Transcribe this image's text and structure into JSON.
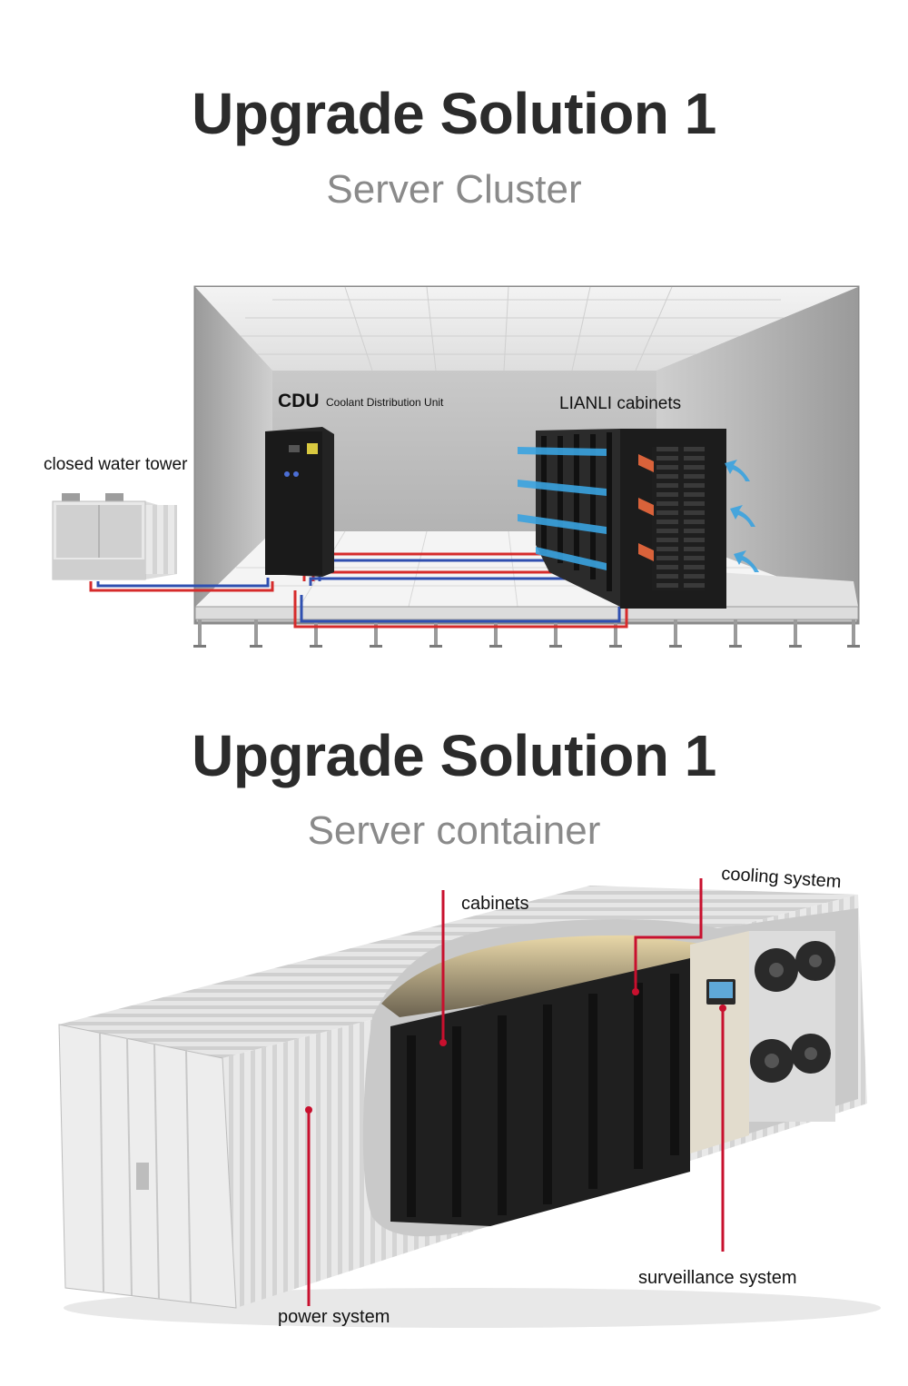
{
  "section1": {
    "title": "Upgrade Solution 1",
    "subtitle": "Server Cluster",
    "labels": {
      "cdu": "CDU",
      "cdu_full": "Coolant Distribution Unit",
      "cabinets": "LIANLI cabinets",
      "tower": "closed water tower"
    }
  },
  "section2": {
    "title": "Upgrade Solution 1",
    "subtitle": "Server container",
    "labels": {
      "cooling": "cooling system",
      "cabinets": "cabinets",
      "surveillance": "surveillance system",
      "power": "power system"
    }
  },
  "colors": {
    "hot_pipe": "#d62b2b",
    "cold_pipe": "#2f4fb0",
    "air_flow": "#3aa3e0",
    "callout_line": "#c8102e"
  }
}
